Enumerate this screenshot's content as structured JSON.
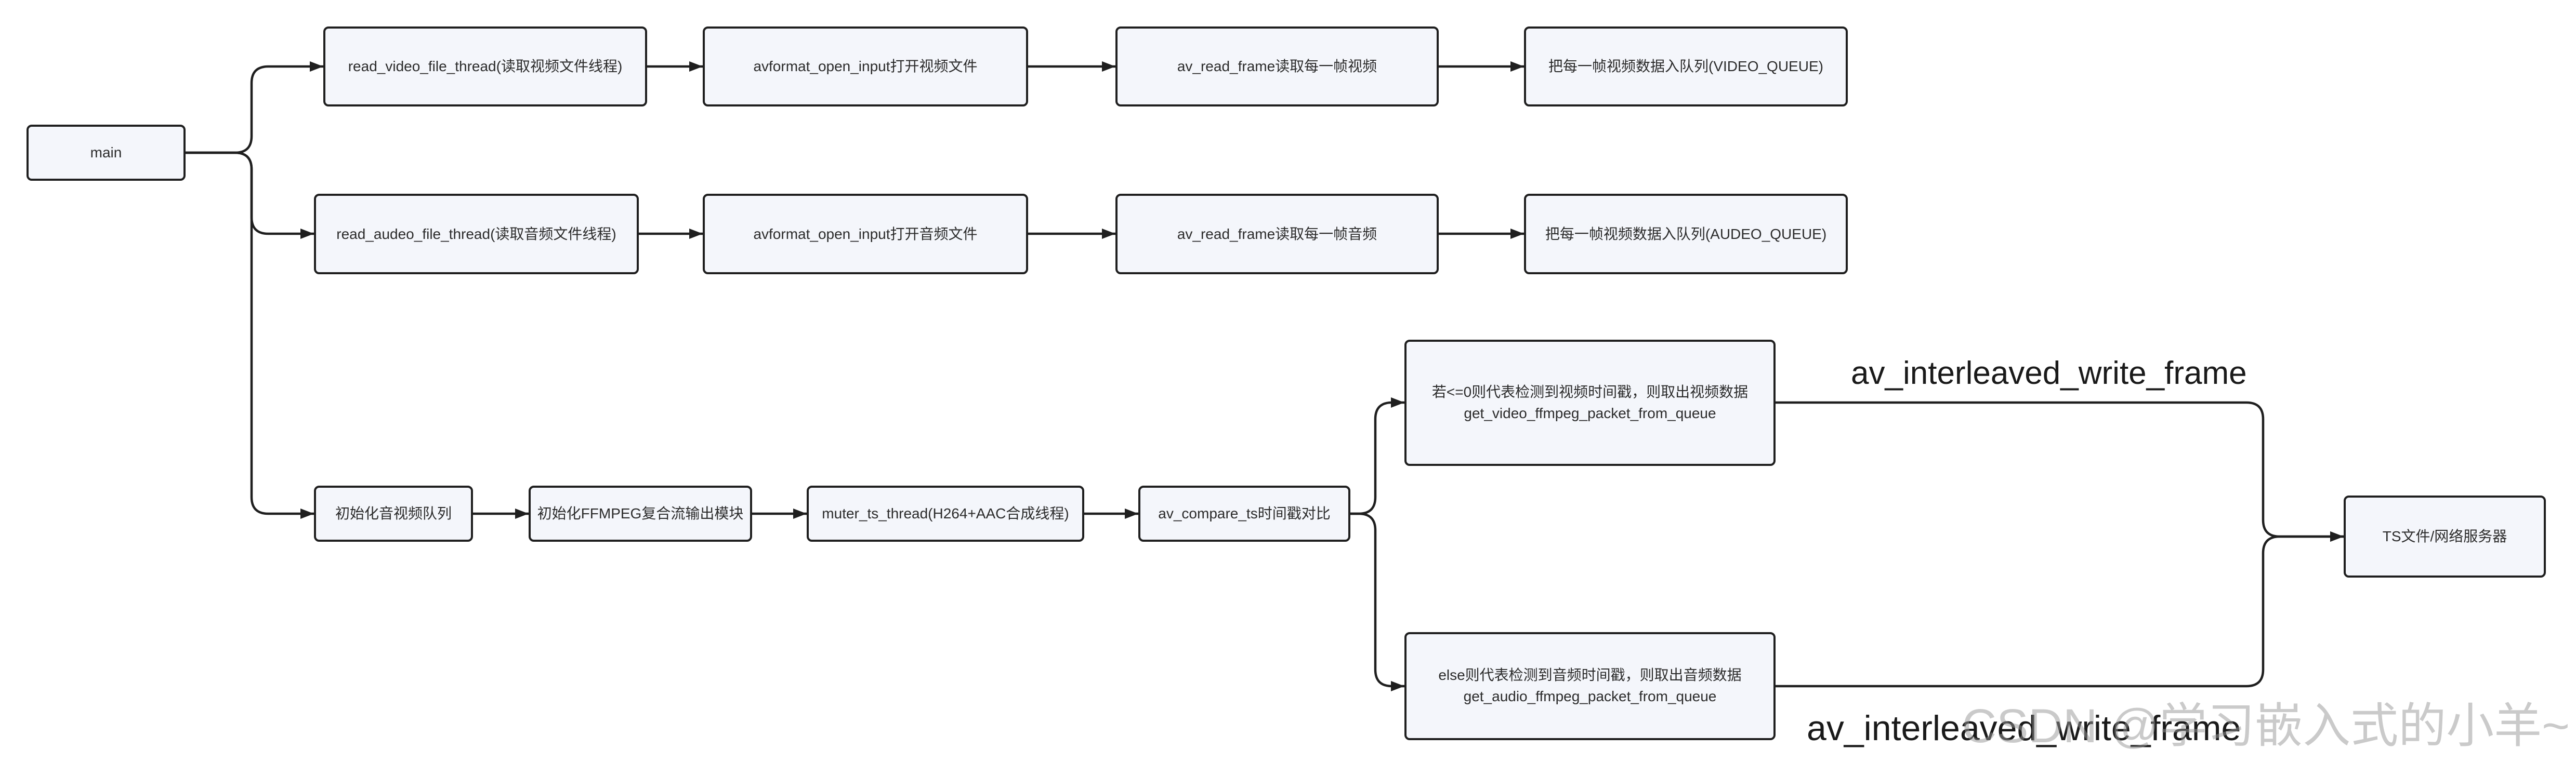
{
  "nodes": {
    "main": "main",
    "row_video": [
      "read_video_file_thread(读取视频文件线程)",
      "avformat_open_input打开视频文件",
      "av_read_frame读取每一帧视频",
      "把每一帧视频数据入队列(VIDEO_QUEUE)"
    ],
    "row_audio": [
      "read_audeo_file_thread(读取音频文件线程)",
      "avformat_open_input打开音频文件",
      "av_read_frame读取每一帧音频",
      "把每一帧视频数据入队列(AUDEO_QUEUE)"
    ],
    "row_mux": [
      "初始化音视频队列",
      "初始化FFMPEG复合流输出模块",
      "muter_ts_thread(H264+AAC合成线程)",
      "av_compare_ts时间戳对比"
    ],
    "video_branch": {
      "line1": "若<=0则代表检测到视频时间戳，则取出视频数据",
      "line2": "get_video_ffmpeg_packet_from_queue"
    },
    "audio_branch": {
      "line1": "else则代表检测到音频时间戳，则取出音频数据",
      "line2": "get_audio_ffmpeg_packet_from_queue"
    },
    "output": "TS文件/网络服务器"
  },
  "edge_labels": {
    "upper": "av_interleaved_write_frame",
    "lower": "av_interleaved_write_frame"
  },
  "watermark": "CSDN @学习嵌入式的小羊~",
  "colors": {
    "background": "#ffffff",
    "node_fill": "#f4f6fb",
    "node_border": "#1f1f1f",
    "line": "#1f1f1f"
  }
}
